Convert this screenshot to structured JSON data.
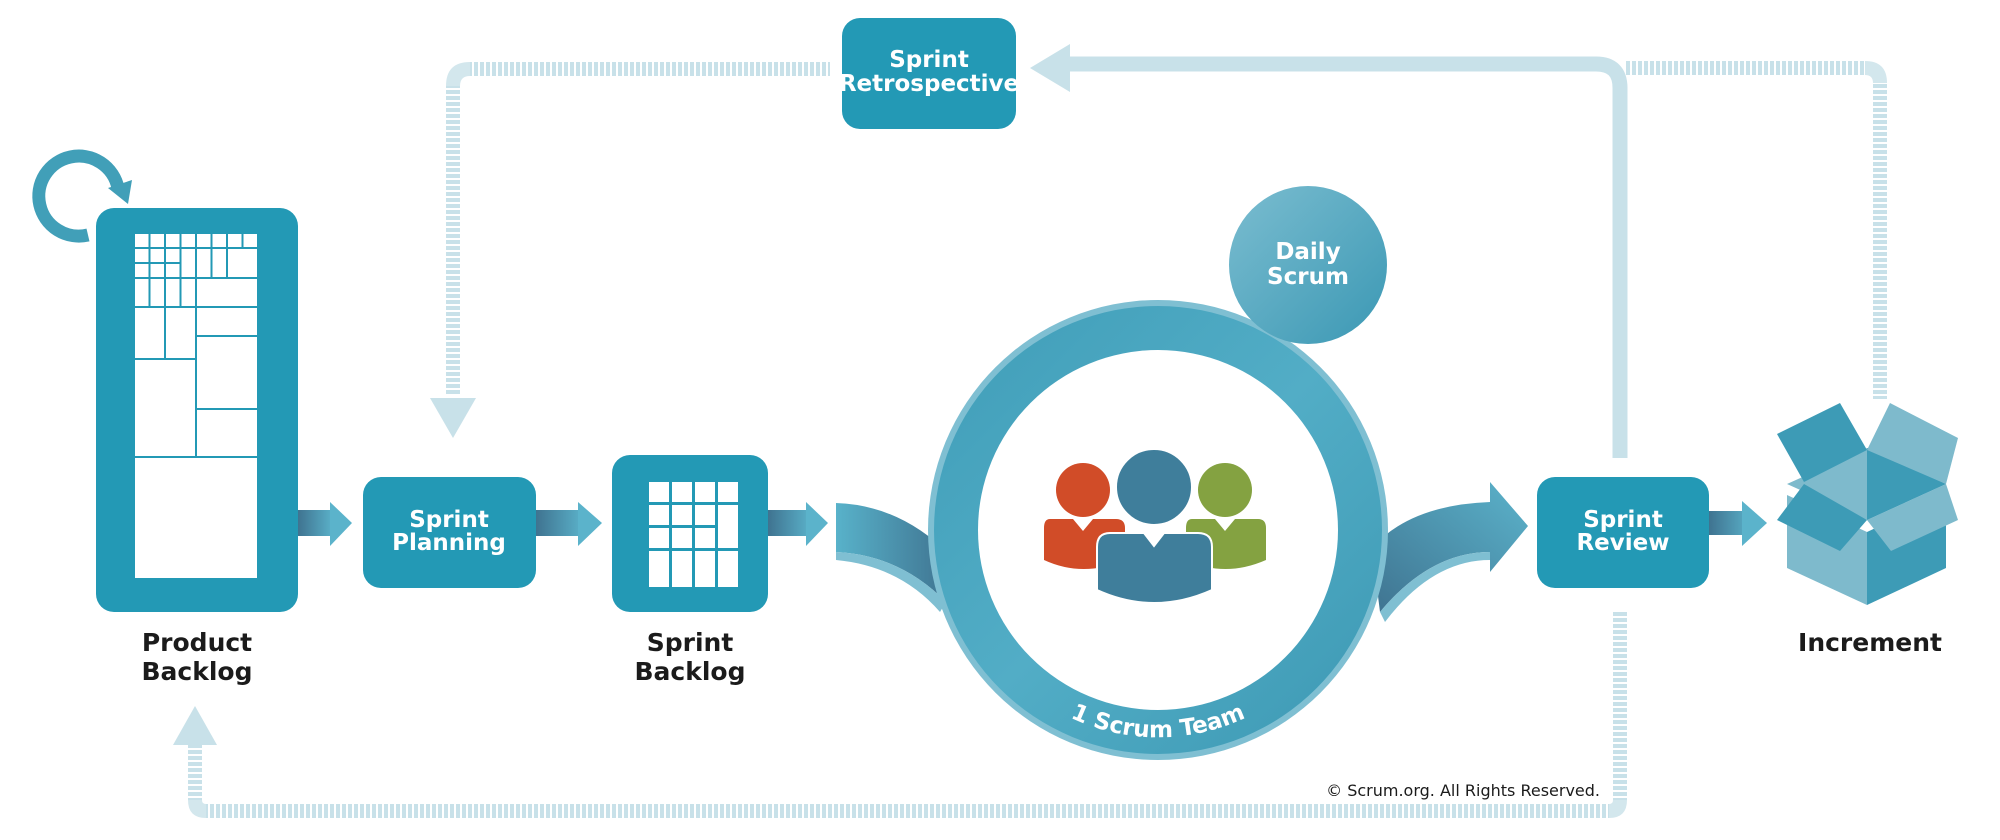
{
  "title": "Scrum Framework",
  "colors": {
    "primary": "#2399b5",
    "ring": "#4aa8c3",
    "ring_edge": "#7fbfd2",
    "light_path": "#c8e1e9",
    "person_left": "#d14c28",
    "person_center": "#3f7e9b",
    "person_right": "#84a241",
    "box_dark": "#3d9bb6",
    "box_light": "#7ebacc",
    "text_dark": "#1b1b1b"
  },
  "nodes": {
    "product_backlog": {
      "label_line1": "Product",
      "label_line2": "Backlog"
    },
    "sprint_planning": {
      "label_line1": "Sprint",
      "label_line2": "Planning"
    },
    "sprint_backlog": {
      "label_line1": "Sprint",
      "label_line2": "Backlog"
    },
    "daily_scrum": {
      "label_line1": "Daily",
      "label_line2": "Scrum"
    },
    "scrum_team": {
      "label": "1 Scrum Team"
    },
    "sprint_review": {
      "label_line1": "Sprint",
      "label_line2": "Review"
    },
    "sprint_retrospective": {
      "label_line1": "Sprint",
      "label_line2": "Retrospective"
    },
    "increment": {
      "label": "Increment"
    }
  },
  "icons": {
    "refinement": "circular-arrow-icon",
    "backlog_grid": "treemap-grid-icon",
    "sprint_grid": "task-grid-icon",
    "team": "three-people-icon",
    "increment": "open-box-icon"
  },
  "footer": {
    "copyright": "© Scrum.org. All Rights Reserved."
  }
}
